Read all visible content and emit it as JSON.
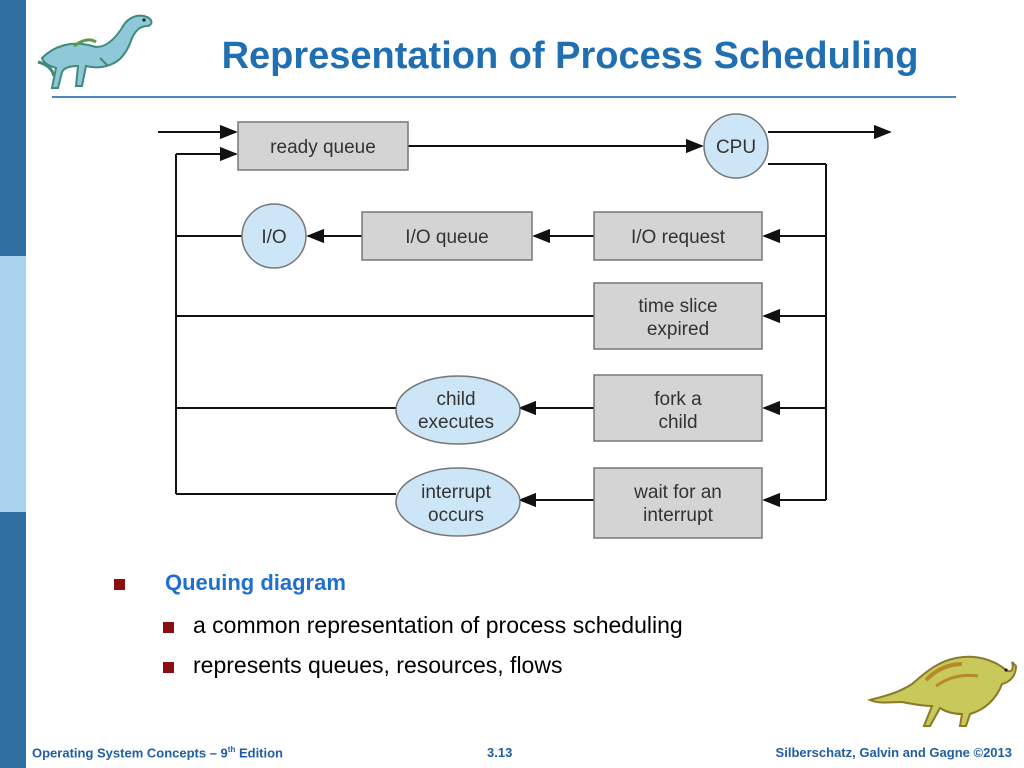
{
  "title": "Representation of Process Scheduling",
  "diagram": {
    "ready_queue": "ready queue",
    "cpu": "CPU",
    "io": "I/O",
    "io_queue": "I/O queue",
    "io_request": "I/O request",
    "time_slice_line1": "time slice",
    "time_slice_line2": "expired",
    "fork_line1": "fork a",
    "fork_line2": "child",
    "child_exec_line1": "child",
    "child_exec_line2": "executes",
    "wait_line1": "wait for an",
    "wait_line2": "interrupt",
    "interrupt_line1": "interrupt",
    "interrupt_line2": "occurs"
  },
  "bullets": {
    "heading": "Queuing diagram",
    "items": [
      "a common representation of process scheduling",
      "represents queues, resources, flows"
    ]
  },
  "footer": {
    "left_prefix": "Operating System Concepts – 9",
    "left_sup": "th",
    "left_suffix": " Edition",
    "center": "3.13",
    "right": "Silberschatz, Galvin and Gagne ©2013"
  },
  "colors": {
    "title": "#1f6fb2",
    "box_fill": "#d4d4d4",
    "circle_fill": "#cde6f7",
    "bullet_square": "#8a1010",
    "sidebar_dark": "#2f6fa1",
    "sidebar_light": "#a9d2ef"
  },
  "icons": [
    "dinosaur-logo",
    "dinosaur-mascot"
  ]
}
